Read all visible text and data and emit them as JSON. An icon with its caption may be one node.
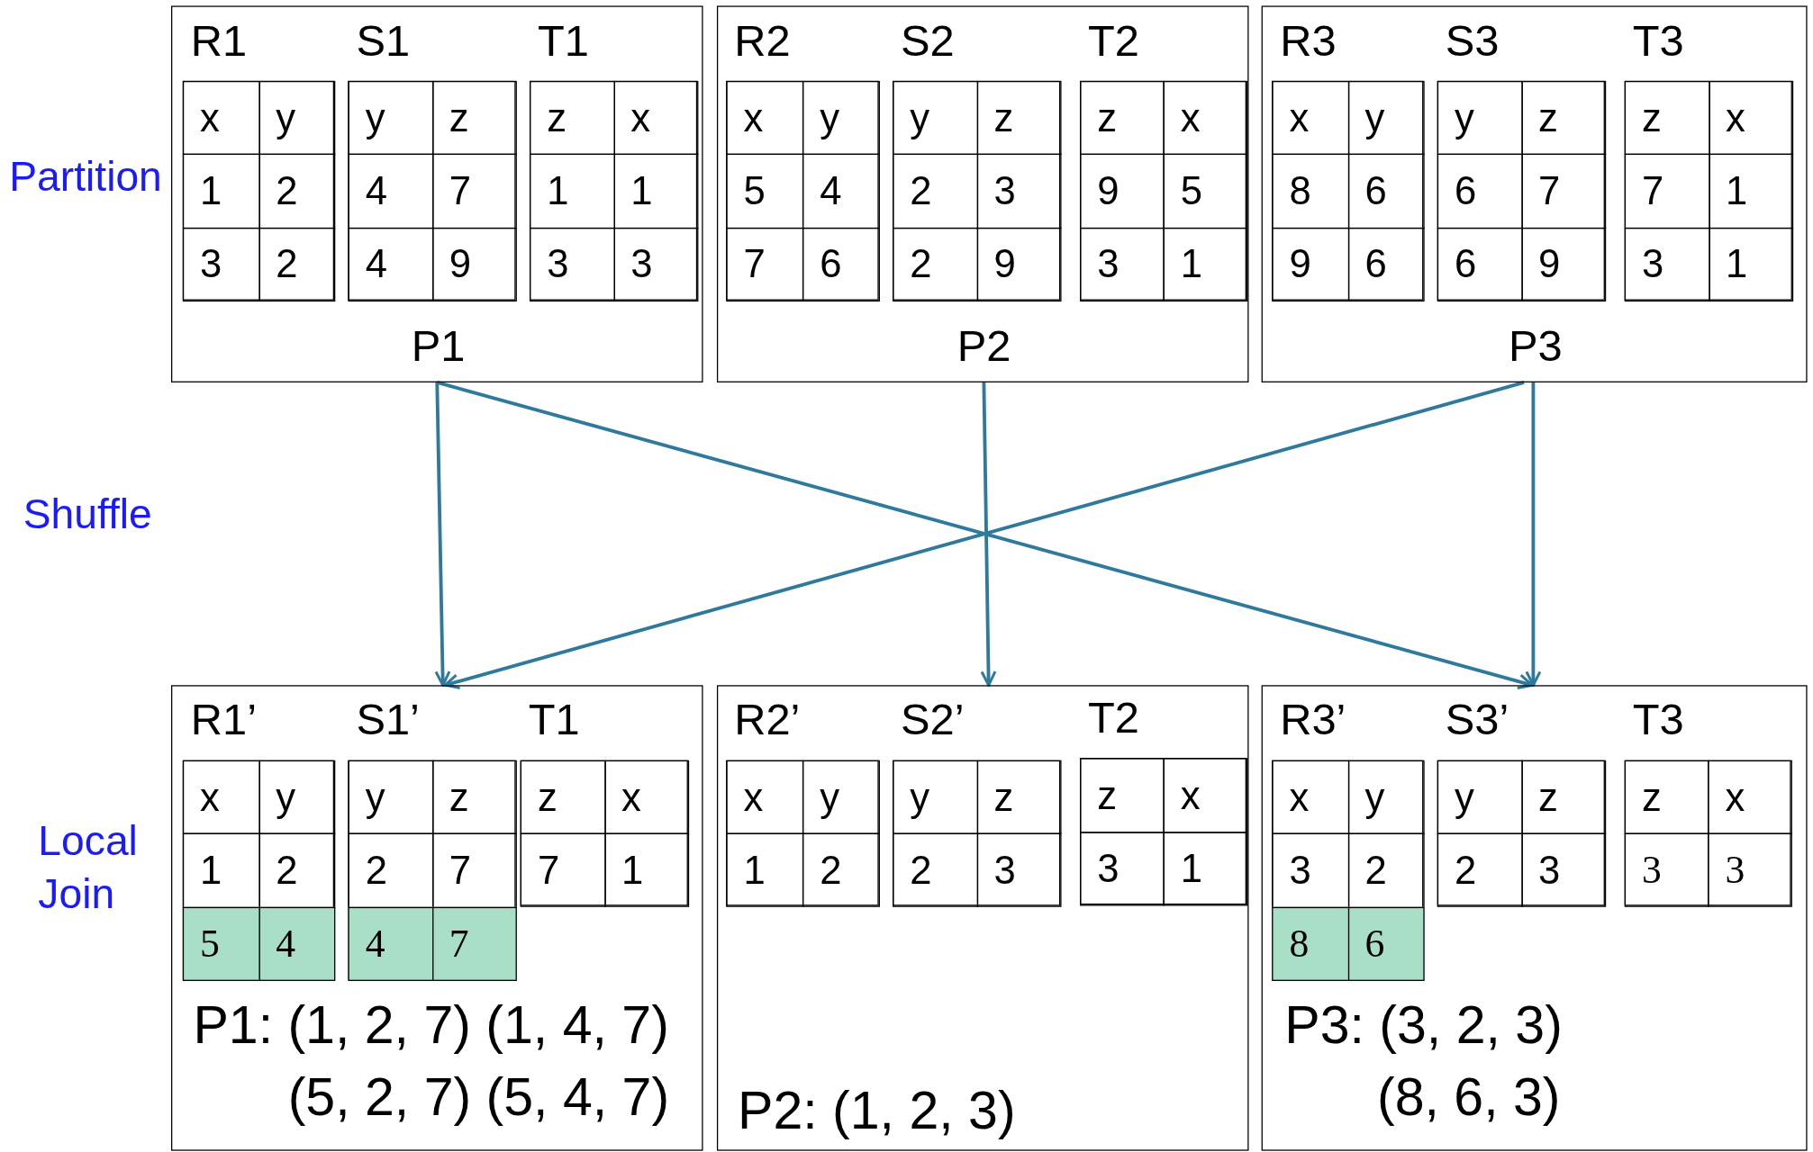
{
  "diagram": {
    "nodes": [
      {
        "text": [
          "P1"
        ]
      },
      {
        "text": [
          "R1",
          "x",
          "y",
          "1",
          "2",
          "3",
          "2"
        ],
        "in": 0
      },
      {
        "text": [
          "S1",
          "y",
          "z",
          "4",
          "7",
          "4",
          "9"
        ],
        "in": 0
      },
      {
        "text": [
          "T1",
          "z",
          "x",
          "1",
          "1",
          "3",
          "3"
        ],
        "in": 0
      },
      {
        "text": [
          "P2"
        ]
      },
      {
        "text": [
          "R2",
          "x",
          "y",
          "5",
          "4",
          "7",
          "6"
        ],
        "in": 4
      },
      {
        "text": [
          "S2",
          "y",
          "z",
          "2",
          "3",
          "2",
          "9"
        ],
        "in": 4
      },
      {
        "text": [
          "T2",
          "z",
          "x",
          "9",
          "5",
          "3",
          "1"
        ],
        "in": 4
      },
      {
        "text": [
          "P3"
        ]
      },
      {
        "text": [
          "R3",
          "x",
          "y",
          "8",
          "6",
          "9",
          "6"
        ],
        "in": 8
      },
      {
        "text": [
          "S3",
          "y",
          "z",
          "6",
          "7",
          "6",
          "9"
        ],
        "in": 8
      },
      {
        "text": [
          "T3",
          "z",
          "x",
          "7",
          "1",
          "3",
          "1"
        ],
        "in": 8
      },
      {
        "text": [
          "P1: (1, 2, 7) (1, 4, 7) (5, 2, 7) (5, 4, 7)"
        ]
      },
      {
        "text": [
          "R1’",
          "x",
          "y",
          "1",
          "2",
          "5",
          "4"
        ],
        "in": 12
      },
      {
        "text": [
          "S1’",
          "y",
          "z",
          "2",
          "7",
          "4",
          "7"
        ],
        "in": 12
      },
      {
        "text": [
          "T1",
          "z",
          "x",
          "7",
          "1"
        ],
        "in": 12
      },
      {
        "text": [
          "P2: (1, 2, 3)"
        ]
      },
      {
        "text": [
          "R2’",
          "x",
          "y",
          "1",
          "2"
        ],
        "in": 16
      },
      {
        "text": [
          "S2’",
          "y",
          "z",
          "2",
          "3"
        ],
        "in": 16
      },
      {
        "text": [
          "T2",
          "z",
          "x",
          "3",
          "1"
        ],
        "in": 16
      },
      {
        "text": [
          "P3: (3, 2, 3) (8, 6, 3)"
        ]
      },
      {
        "text": [
          "R3’",
          "x",
          "y",
          "3",
          "2",
          "8",
          "6"
        ],
        "in": 20
      },
      {
        "text": [
          "S3’",
          "y",
          "z",
          "2",
          "3"
        ],
        "in": 20
      },
      {
        "text": [
          "T3",
          "z",
          "x",
          "3",
          "3"
        ],
        "in": 20
      }
    ],
    "edges": [
      {
        "from": 0,
        "to": 12,
        "arrow": "to"
      },
      {
        "from": 0,
        "to": 20,
        "arrow": "to"
      },
      {
        "from": 4,
        "to": 16,
        "arrow": "to"
      },
      {
        "from": 8,
        "to": 20,
        "arrow": "to"
      },
      {
        "from": 8,
        "to": 12,
        "arrow": "to"
      }
    ],
    "labels": [
      "Partition",
      "Shuffle",
      "Local Join"
    ]
  }
}
